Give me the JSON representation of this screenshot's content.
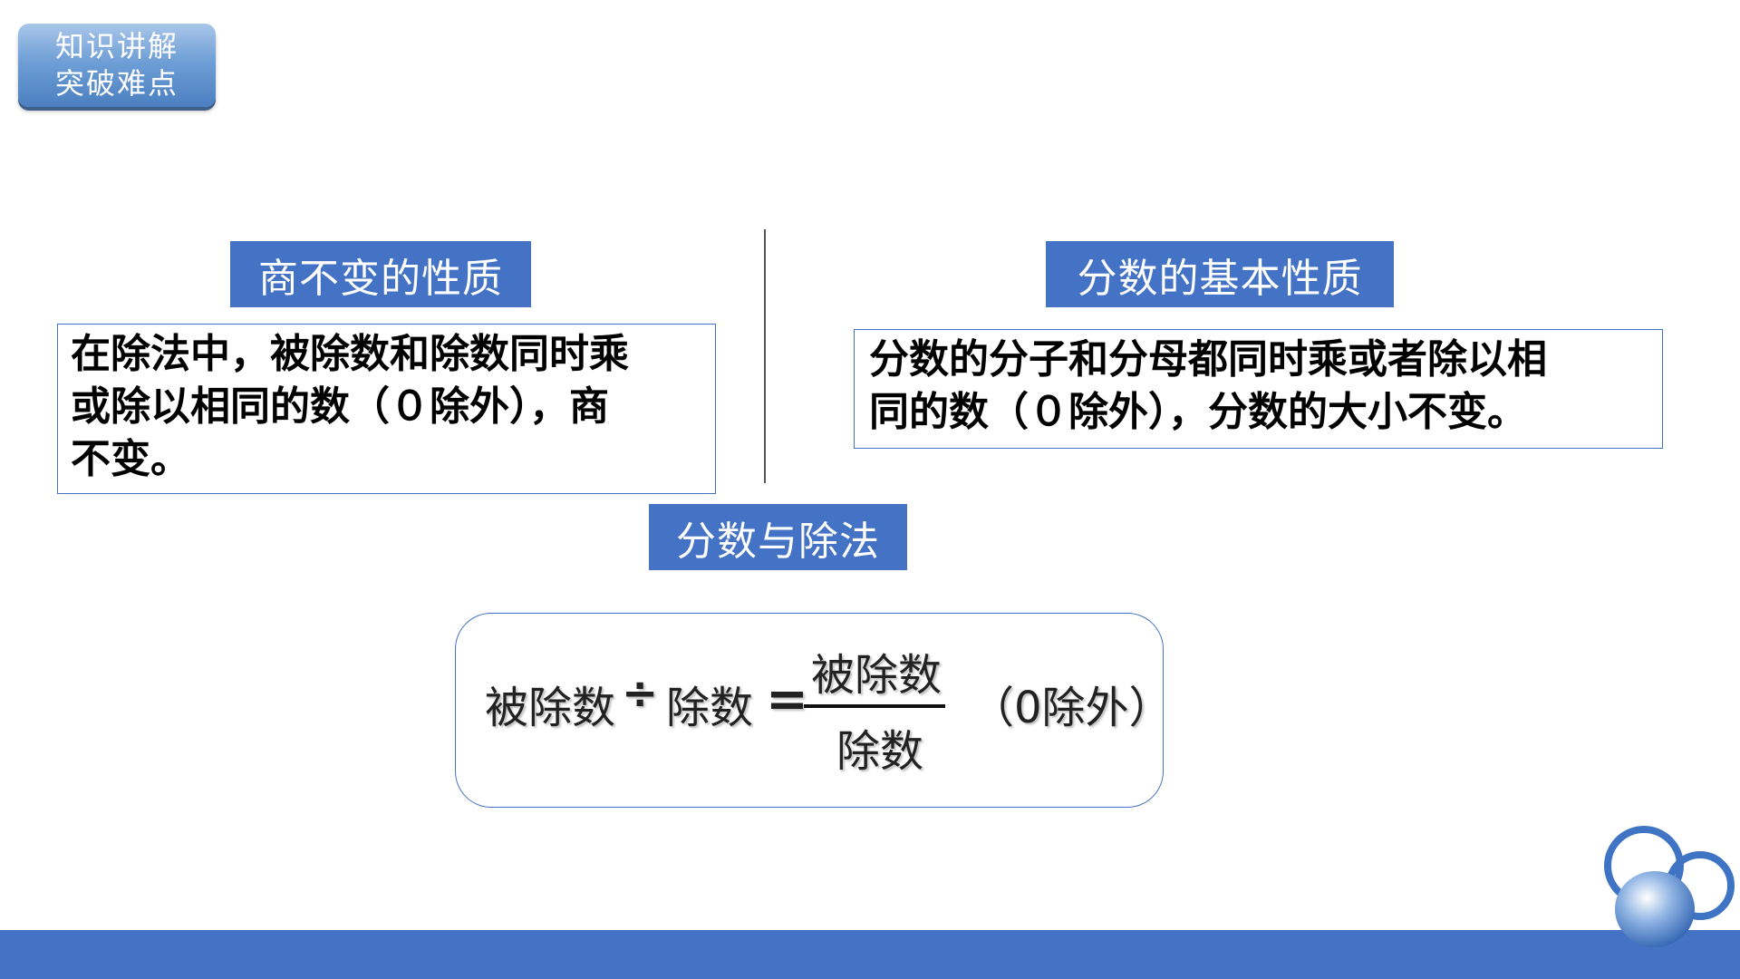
{
  "badge": {
    "line1": "知识讲解",
    "line2": "突破难点"
  },
  "sections": {
    "quotient": {
      "title": "商不变的性质",
      "lines": [
        "在除法中，被除数和除数同时乘",
        "或除以相同的数（０除外），商",
        "不变。"
      ]
    },
    "fraction": {
      "title": "分数的基本性质",
      "lines": [
        "分数的分子和分母都同时乘或者除以相",
        "同的数（０除外），分数的大小不变。"
      ]
    },
    "division": {
      "title": "分数与除法"
    }
  },
  "formula": {
    "dividend": "被除数",
    "div_sign": "÷",
    "divisor": "除数",
    "equals": "=",
    "numerator": "被除数",
    "denominator": "除数",
    "exception": "（0除外）"
  },
  "colors": {
    "accent": "#4472c4",
    "badge_top": "#a9c6ea",
    "badge_bottom": "#4b7fc0"
  }
}
